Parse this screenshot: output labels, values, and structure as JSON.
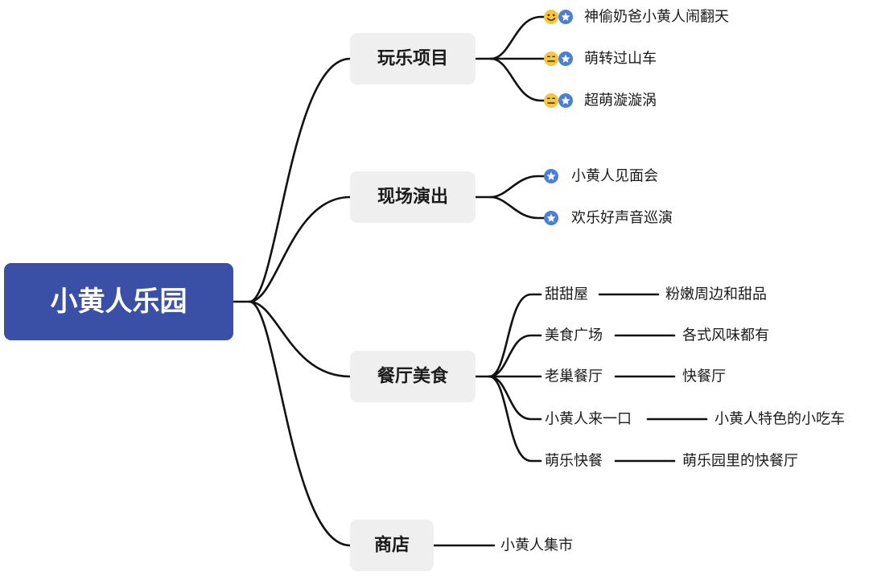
{
  "root": {
    "label": "小黄人乐园",
    "color": "#3a4fa6"
  },
  "branches": [
    {
      "label": "玩乐项目",
      "items": [
        {
          "label": "神偷奶爸小黄人闹翻天",
          "icons": [
            "smile-face-icon",
            "star-badge-icon"
          ]
        },
        {
          "label": "萌转过山车",
          "icons": [
            "neutral-face-icon",
            "star-badge-icon"
          ]
        },
        {
          "label": "超萌漩漩涡",
          "icons": [
            "neutral-face-icon",
            "star-badge-icon"
          ]
        }
      ]
    },
    {
      "label": "现场演出",
      "items": [
        {
          "label": "小黄人见面会",
          "icons": [
            "star-badge-icon"
          ]
        },
        {
          "label": "欢乐好声音巡演",
          "icons": [
            "star-badge-icon"
          ]
        }
      ]
    },
    {
      "label": "餐厅美食",
      "items": [
        {
          "label": "甜甜屋",
          "note": "粉嫩周边和甜品"
        },
        {
          "label": "美食广场",
          "note": "各式风味都有"
        },
        {
          "label": "老巢餐厅",
          "note": "快餐厅"
        },
        {
          "label": "小黄人来一口",
          "note": "小黄人特色的小吃车"
        },
        {
          "label": "萌乐快餐",
          "note": "萌乐园里的快餐厅"
        }
      ]
    },
    {
      "label": "商店",
      "items": [
        {
          "label": "小黄人集市"
        }
      ]
    }
  ],
  "colors": {
    "branch_fill": "#efefef",
    "line": "#111111",
    "face": "#f5c542",
    "star_badge": "#4a7fd6"
  }
}
